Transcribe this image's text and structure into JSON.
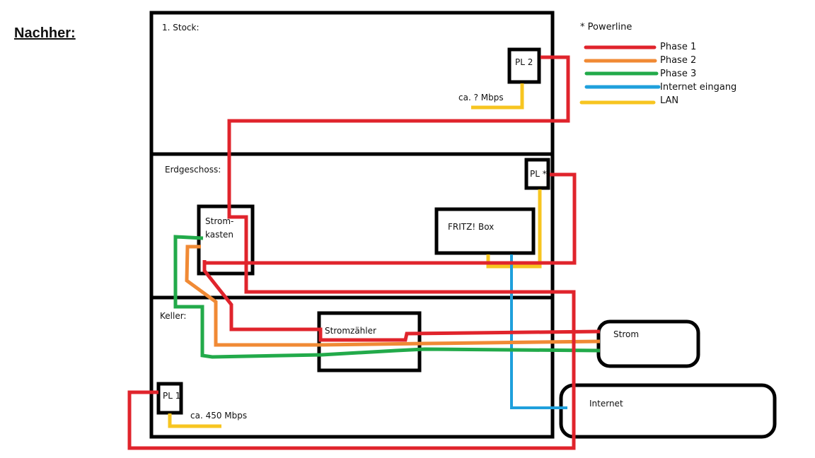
{
  "title": "Nachher:",
  "floors": {
    "stock1": "1. Stock:",
    "erdgeschoss": "Erdgeschoss:",
    "keller": "Keller:"
  },
  "devices": {
    "pl2": "PL 2",
    "pl_star": "PL *",
    "pl1": "PL 1",
    "stromkasten_line1": "Strom-",
    "stromkasten_line2": "kasten",
    "fritzbox": "FRITZ! Box",
    "stromzaehler": "Stromzähler",
    "strom": "Strom",
    "internet": "Internet"
  },
  "speeds": {
    "pl2": "ca. ? Mbps",
    "pl1": "ca. 450 Mbps"
  },
  "legend": {
    "title": "* Powerline",
    "items": [
      {
        "label": "Phase 1",
        "color": "#e0242c"
      },
      {
        "label": "Phase 2",
        "color": "#f08a35"
      },
      {
        "label": "Phase 3",
        "color": "#22aa4a"
      },
      {
        "label": "Internet eingang",
        "color": "#1fa0dc"
      },
      {
        "label": "LAN",
        "color": "#f7c520"
      }
    ]
  }
}
